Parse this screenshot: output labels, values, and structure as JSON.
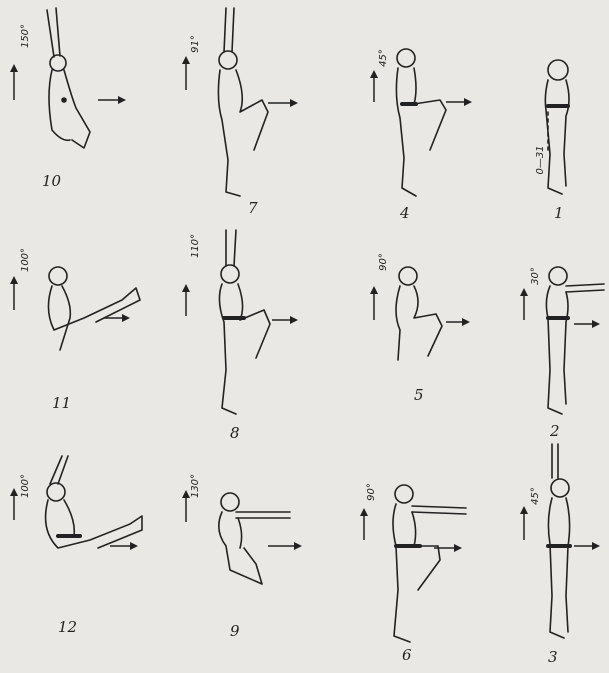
{
  "figures": [
    {
      "id": "1",
      "number": "1",
      "annotation": "0—31"
    },
    {
      "id": "2",
      "number": "2",
      "annotation": "30°"
    },
    {
      "id": "3",
      "number": "3",
      "annotation": "45°"
    },
    {
      "id": "4",
      "number": "4",
      "annotation": "45°"
    },
    {
      "id": "5",
      "number": "5",
      "annotation": "90°"
    },
    {
      "id": "6",
      "number": "6",
      "annotation": "90°"
    },
    {
      "id": "7",
      "number": "7",
      "annotation": "91°"
    },
    {
      "id": "8",
      "number": "8",
      "annotation": "110°"
    },
    {
      "id": "9",
      "number": "9",
      "annotation": "130°"
    },
    {
      "id": "10",
      "number": "10",
      "annotation": "150°"
    },
    {
      "id": "11",
      "number": "11",
      "annotation": "100°"
    },
    {
      "id": "12",
      "number": "12",
      "annotation": "100°"
    }
  ],
  "colors": {
    "ink": "#222222",
    "paper": "#e9e8e4"
  }
}
